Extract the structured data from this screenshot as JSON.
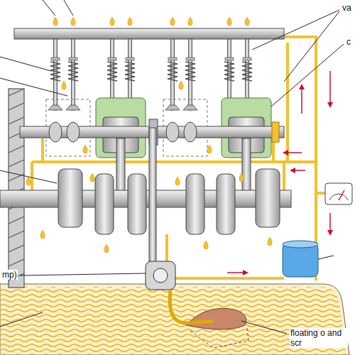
{
  "diagram": {
    "labels": [
      "va",
      "c",
      "mp)",
      "floating o and scr"
    ]
  }
}
